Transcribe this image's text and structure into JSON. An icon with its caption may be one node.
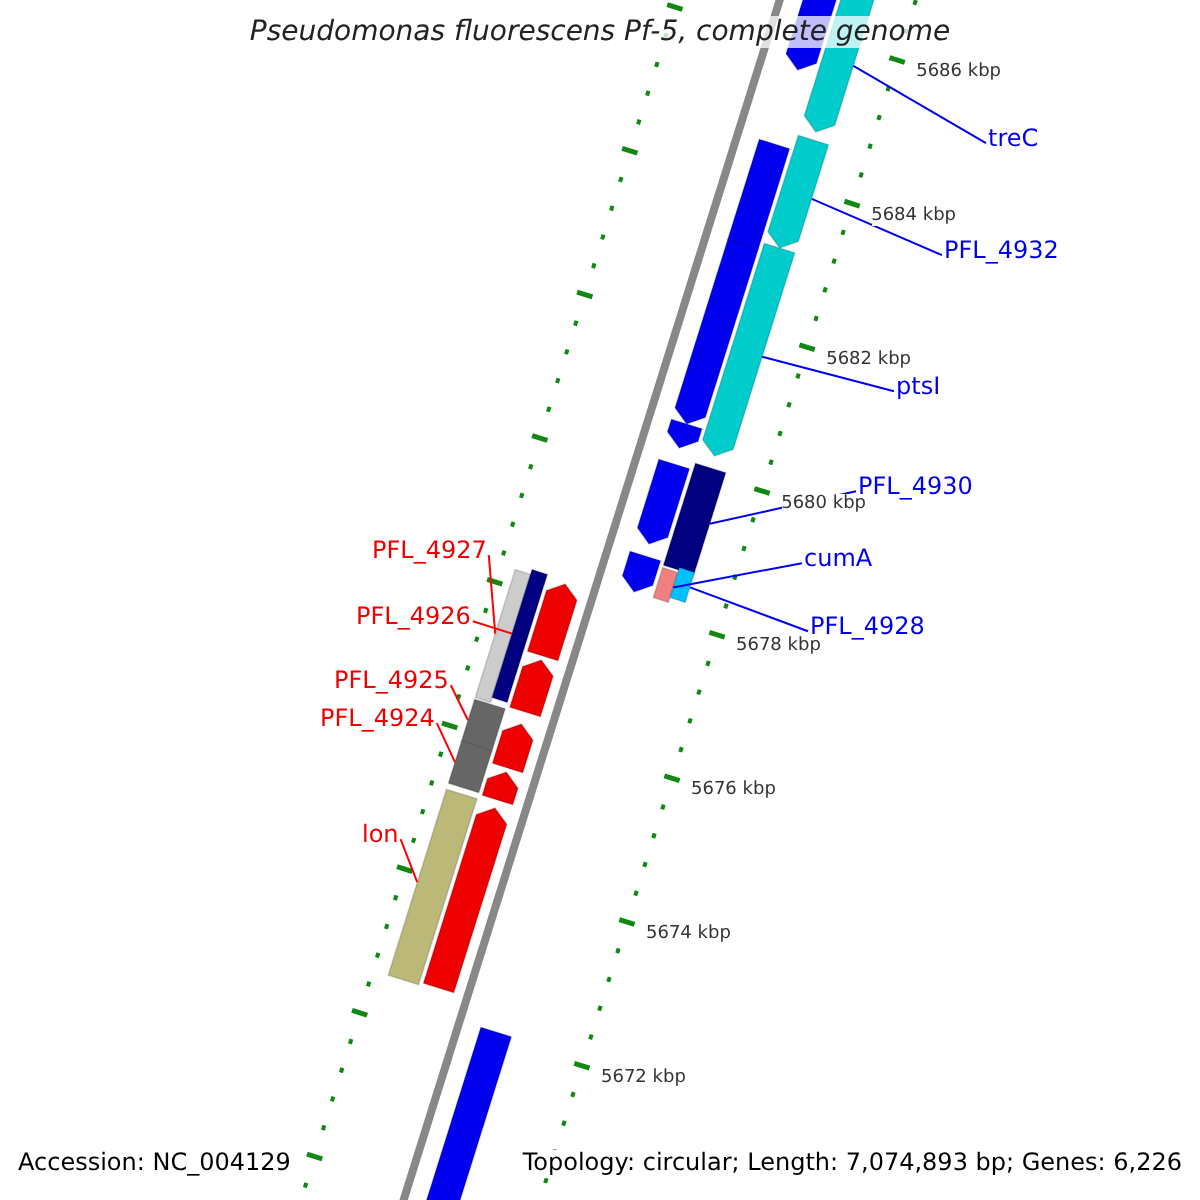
{
  "diagram": {
    "title": "Pseudomonas fluorescens Pf-5, complete genome",
    "nodes": [
      {
        "text": [
          "treC"
        ]
      },
      {
        "text": [
          "PFL_4932"
        ]
      },
      {
        "text": [
          "ptsI"
        ]
      },
      {
        "text": [
          "PFL_4930"
        ]
      },
      {
        "text": [
          "cumA"
        ]
      },
      {
        "text": [
          "PFL_4928"
        ]
      },
      {
        "text": [
          "PFL_4927"
        ]
      },
      {
        "text": [
          "PFL_4926"
        ]
      },
      {
        "text": [
          "PFL_4925"
        ]
      },
      {
        "text": [
          "PFL_4924"
        ]
      },
      {
        "text": [
          "lon"
        ]
      },
      {
        "text": [],
        "shape": "bar"
      },
      {
        "text": [],
        "shape": "bar"
      },
      {
        "text": [],
        "shape": "bar"
      },
      {
        "text": [],
        "shape": "bar"
      },
      {
        "text": [],
        "shape": "bar"
      },
      {
        "text": [],
        "shape": "bar"
      },
      {
        "text": [],
        "shape": "bar"
      },
      {
        "text": [],
        "shape": "bar"
      },
      {
        "text": [],
        "shape": "bar"
      },
      {
        "text": [],
        "shape": "bar"
      },
      {
        "text": [],
        "shape": "bar"
      },
      {
        "text": [],
        "shape": "bar"
      },
      {
        "text": [],
        "shape": "bar"
      },
      {
        "text": [],
        "shape": "bar"
      },
      {
        "text": [],
        "shape": "bar"
      },
      {
        "text": [],
        "shape": "bar"
      },
      {
        "text": [],
        "shape": "bar"
      },
      {
        "text": [],
        "shape": "bar"
      },
      {
        "text": [],
        "shape": "bar"
      },
      {
        "text": [],
        "shape": "bar"
      },
      {
        "text": [],
        "shape": "bar"
      },
      {
        "text": [],
        "shape": "bar"
      },
      {
        "text": [],
        "shape": "bar"
      }
    ],
    "edges": [
      {
        "from": 0,
        "to": 11,
        "arrow": "none"
      },
      {
        "from": 1,
        "to": 12,
        "arrow": "none"
      },
      {
        "from": 2,
        "to": 13,
        "arrow": "none"
      },
      {
        "from": 3,
        "to": 14,
        "arrow": "none"
      },
      {
        "from": 4,
        "to": 15,
        "arrow": "none"
      },
      {
        "from": 5,
        "to": 16,
        "arrow": "none"
      },
      {
        "from": 6,
        "to": 17,
        "arrow": "none",
        "color": "#ff0000"
      },
      {
        "from": 7,
        "to": 18,
        "arrow": "none",
        "color": "#ff0000"
      },
      {
        "from": 8,
        "to": 19,
        "arrow": "none",
        "color": "#ff0000"
      },
      {
        "from": 9,
        "to": 20,
        "arrow": "none",
        "color": "#ff0000"
      },
      {
        "from": 10,
        "to": 21,
        "arrow": "none",
        "color": "#ff0000"
      }
    ],
    "labels": [
      "5686 kbp",
      "5684 kbp",
      "5682 kbp",
      "5680 kbp",
      "5678 kbp",
      "5676 kbp",
      "5674 kbp",
      "5672 kbp",
      "Accession: NC_004129",
      "Topology: circular; Length: 7,074,893 bp; Genes: 6,226"
    ]
  }
}
